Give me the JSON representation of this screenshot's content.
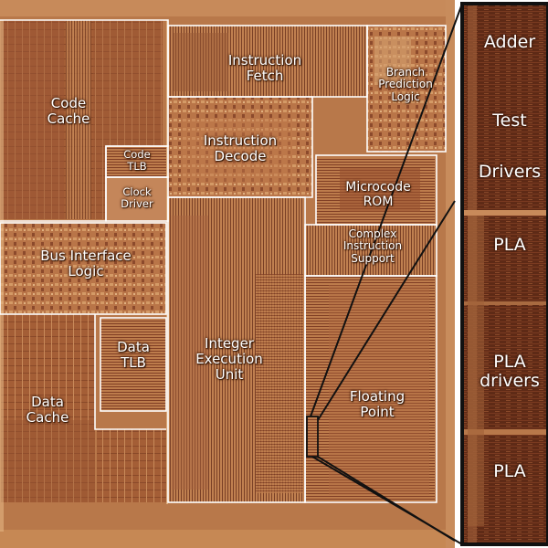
{
  "die": {
    "blocks": [
      {
        "id": "code-cache",
        "text": "Code\nCache"
      },
      {
        "id": "instruction-fetch",
        "text": "Instruction\nFetch"
      },
      {
        "id": "branch-prediction-logic",
        "text": "Branch\nPrediction\nLogic"
      },
      {
        "id": "code-tlb",
        "text": "Code\nTLB"
      },
      {
        "id": "clock-driver",
        "text": "Clock\nDriver"
      },
      {
        "id": "instruction-decode",
        "text": "Instruction\nDecode"
      },
      {
        "id": "microcode-rom",
        "text": "Microcode\nROM"
      },
      {
        "id": "complex-instruction-support",
        "text": "Complex\nInstruction\nSupport"
      },
      {
        "id": "bus-interface-logic",
        "text": "Bus Interface\nLogic"
      },
      {
        "id": "data-tlb",
        "text": "Data\nTLB"
      },
      {
        "id": "integer-execution-unit",
        "text": "Integer\nExecution\nUnit"
      },
      {
        "id": "data-cache",
        "text": "Data\nCache"
      },
      {
        "id": "floating-point",
        "text": "Floating\nPoint"
      }
    ]
  },
  "zoom": {
    "labels": [
      {
        "id": "adder",
        "text": "Adder"
      },
      {
        "id": "test",
        "text": "Test"
      },
      {
        "id": "drivers",
        "text": "Drivers"
      },
      {
        "id": "pla-1",
        "text": "PLA"
      },
      {
        "id": "pla-drivers",
        "text": "PLA\ndrivers"
      },
      {
        "id": "pla-2",
        "text": "PLA"
      }
    ]
  },
  "colors": {
    "die_base": "#b8784a",
    "die_dark": "#6e3a22",
    "die_light": "#e0b080",
    "outline": "#ffffff",
    "zoom_border": "#111111",
    "zoom_base": "#5a2814"
  }
}
